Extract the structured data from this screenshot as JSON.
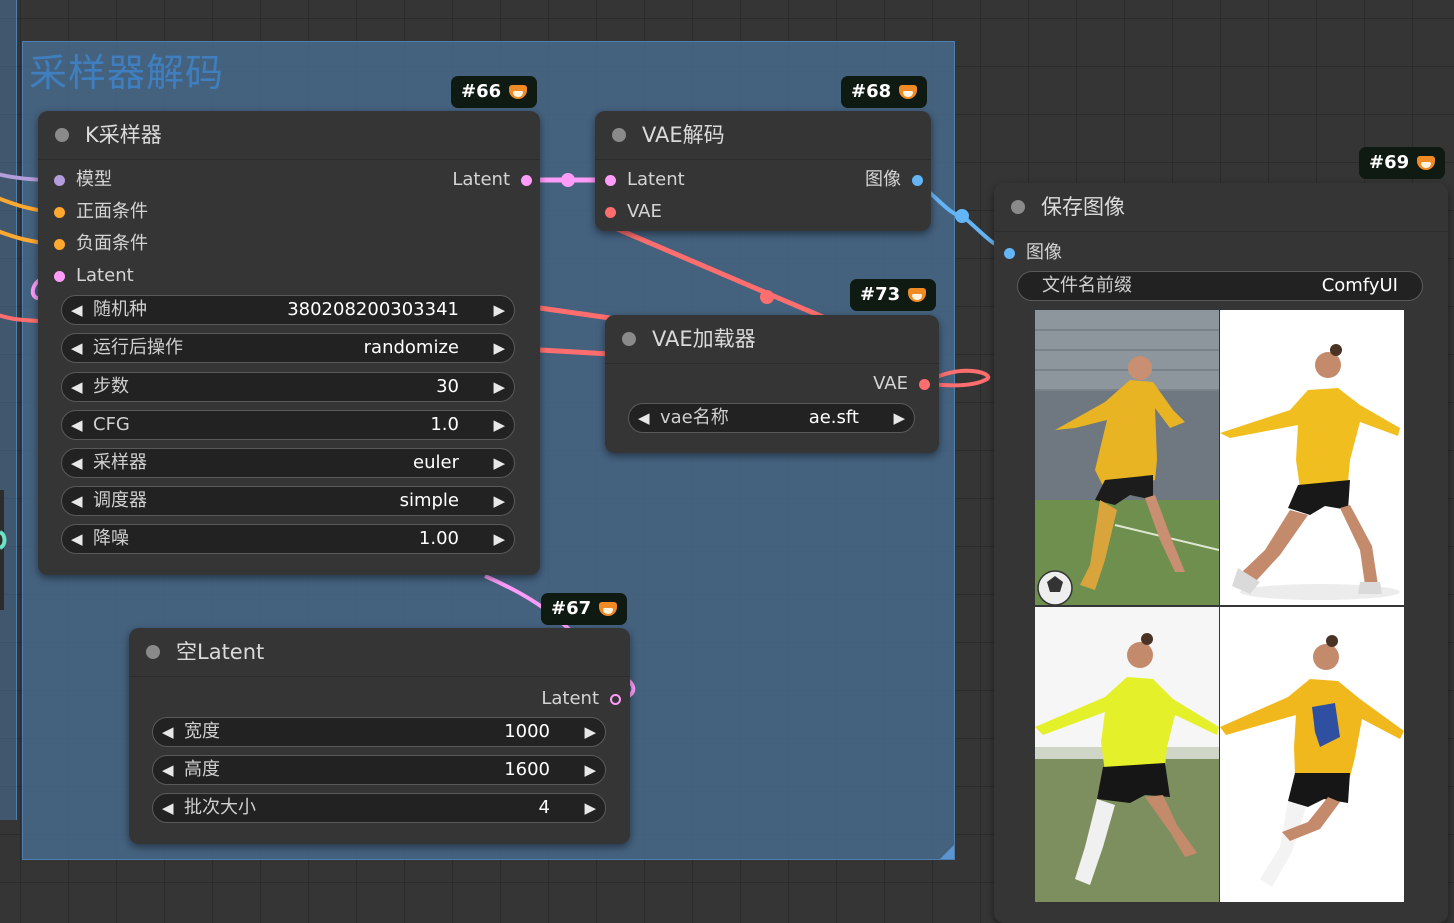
{
  "group": {
    "title": "采样器解码"
  },
  "nodes": {
    "ksampler": {
      "badge": "#66",
      "title": "K采样器",
      "inputs": [
        "模型",
        "正面条件",
        "负面条件",
        "Latent"
      ],
      "output": "Latent",
      "widgets": [
        {
          "name": "随机种",
          "value": "380208200303341"
        },
        {
          "name": "运行后操作",
          "value": "randomize"
        },
        {
          "name": "步数",
          "value": "30"
        },
        {
          "name": "CFG",
          "value": "1.0"
        },
        {
          "name": "采样器",
          "value": "euler"
        },
        {
          "name": "调度器",
          "value": "simple"
        },
        {
          "name": "降噪",
          "value": "1.00"
        }
      ]
    },
    "vae_decode": {
      "badge": "#68",
      "title": "VAE解码",
      "inputs": [
        "Latent",
        "VAE"
      ],
      "output": "图像"
    },
    "vae_loader": {
      "badge": "#73",
      "title": "VAE加载器",
      "output": "VAE",
      "widgets": [
        {
          "name": "vae名称",
          "value": "ae.sft"
        }
      ]
    },
    "empty_latent": {
      "badge": "#67",
      "title": "空Latent",
      "output": "Latent",
      "widgets": [
        {
          "name": "宽度",
          "value": "1000"
        },
        {
          "name": "高度",
          "value": "1600"
        },
        {
          "name": "批次大小",
          "value": "4"
        }
      ]
    },
    "save_image": {
      "badge": "#69",
      "title": "保存图像",
      "input": "图像",
      "widgets": [
        {
          "name": "文件名前缀",
          "value": "ComfyUI"
        }
      ],
      "images": [
        "soccer-player-1",
        "soccer-player-2",
        "soccer-player-3",
        "soccer-player-4"
      ]
    }
  },
  "colors": {
    "model": "#b39ddb",
    "conditioning": "#ffa931",
    "latent": "#ff9cf9",
    "vae": "#ff6e6e",
    "image": "#64b5f6",
    "clip": "#6de2c4"
  }
}
